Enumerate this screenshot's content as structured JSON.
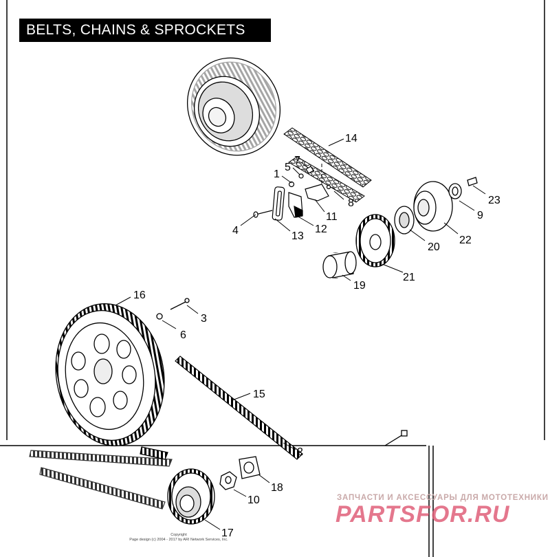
{
  "title": "BELTS, CHAINS & SPROCKETS",
  "callouts": [
    {
      "id": "1",
      "label": "1"
    },
    {
      "id": "2",
      "label": "2"
    },
    {
      "id": "3",
      "label": "3"
    },
    {
      "id": "4",
      "label": "4"
    },
    {
      "id": "5",
      "label": "5"
    },
    {
      "id": "6",
      "label": "6"
    },
    {
      "id": "7",
      "label": "7"
    },
    {
      "id": "8",
      "label": "8"
    },
    {
      "id": "9",
      "label": "9"
    },
    {
      "id": "10",
      "label": "10"
    },
    {
      "id": "11",
      "label": "11"
    },
    {
      "id": "12",
      "label": "12"
    },
    {
      "id": "13",
      "label": "13"
    },
    {
      "id": "14",
      "label": "14"
    },
    {
      "id": "15",
      "label": "15"
    },
    {
      "id": "16",
      "label": "16"
    },
    {
      "id": "17",
      "label": "17"
    },
    {
      "id": "18",
      "label": "18"
    },
    {
      "id": "19",
      "label": "19"
    },
    {
      "id": "20",
      "label": "20"
    },
    {
      "id": "21",
      "label": "21"
    },
    {
      "id": "22",
      "label": "22"
    },
    {
      "id": "23",
      "label": "23"
    }
  ],
  "copyright": {
    "line1": "Copyright",
    "line2": "Page design (c) 2004 - 2017 by ARI Network Services, Inc."
  },
  "watermark": {
    "tagline": "ЗАПЧАСТИ И АКСЕССУАРЫ ДЛЯ МОТОТЕХНИКИ",
    "logo": "PARTSFOR.RU",
    "color": "#e0607a"
  }
}
